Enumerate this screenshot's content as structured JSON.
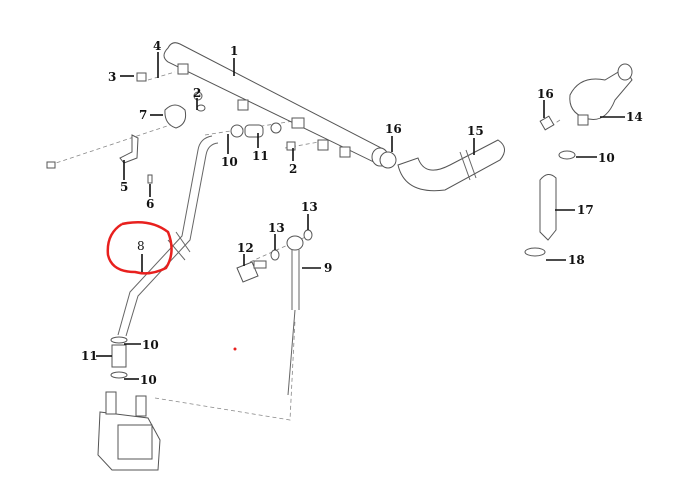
{
  "diagram": {
    "callouts": [
      {
        "id": "c1",
        "label": "1"
      },
      {
        "id": "c2a",
        "label": "2"
      },
      {
        "id": "c2b",
        "label": "2"
      },
      {
        "id": "c3",
        "label": "3"
      },
      {
        "id": "c4",
        "label": "4"
      },
      {
        "id": "c5",
        "label": "5"
      },
      {
        "id": "c6",
        "label": "6"
      },
      {
        "id": "c7",
        "label": "7"
      },
      {
        "id": "c8",
        "label": "8"
      },
      {
        "id": "c9",
        "label": "9"
      },
      {
        "id": "c10a",
        "label": "10"
      },
      {
        "id": "c10b",
        "label": "10"
      },
      {
        "id": "c10c",
        "label": "10"
      },
      {
        "id": "c10d",
        "label": "10"
      },
      {
        "id": "c11a",
        "label": "11"
      },
      {
        "id": "c11b",
        "label": "11"
      },
      {
        "id": "c12",
        "label": "12"
      },
      {
        "id": "c13a",
        "label": "13"
      },
      {
        "id": "c13b",
        "label": "13"
      },
      {
        "id": "c14",
        "label": "14"
      },
      {
        "id": "c15",
        "label": "15"
      },
      {
        "id": "c16a",
        "label": "16"
      },
      {
        "id": "c16b",
        "label": "16"
      },
      {
        "id": "c17",
        "label": "17"
      },
      {
        "id": "c18",
        "label": "18"
      }
    ],
    "highlight_color": "#e8201e"
  }
}
